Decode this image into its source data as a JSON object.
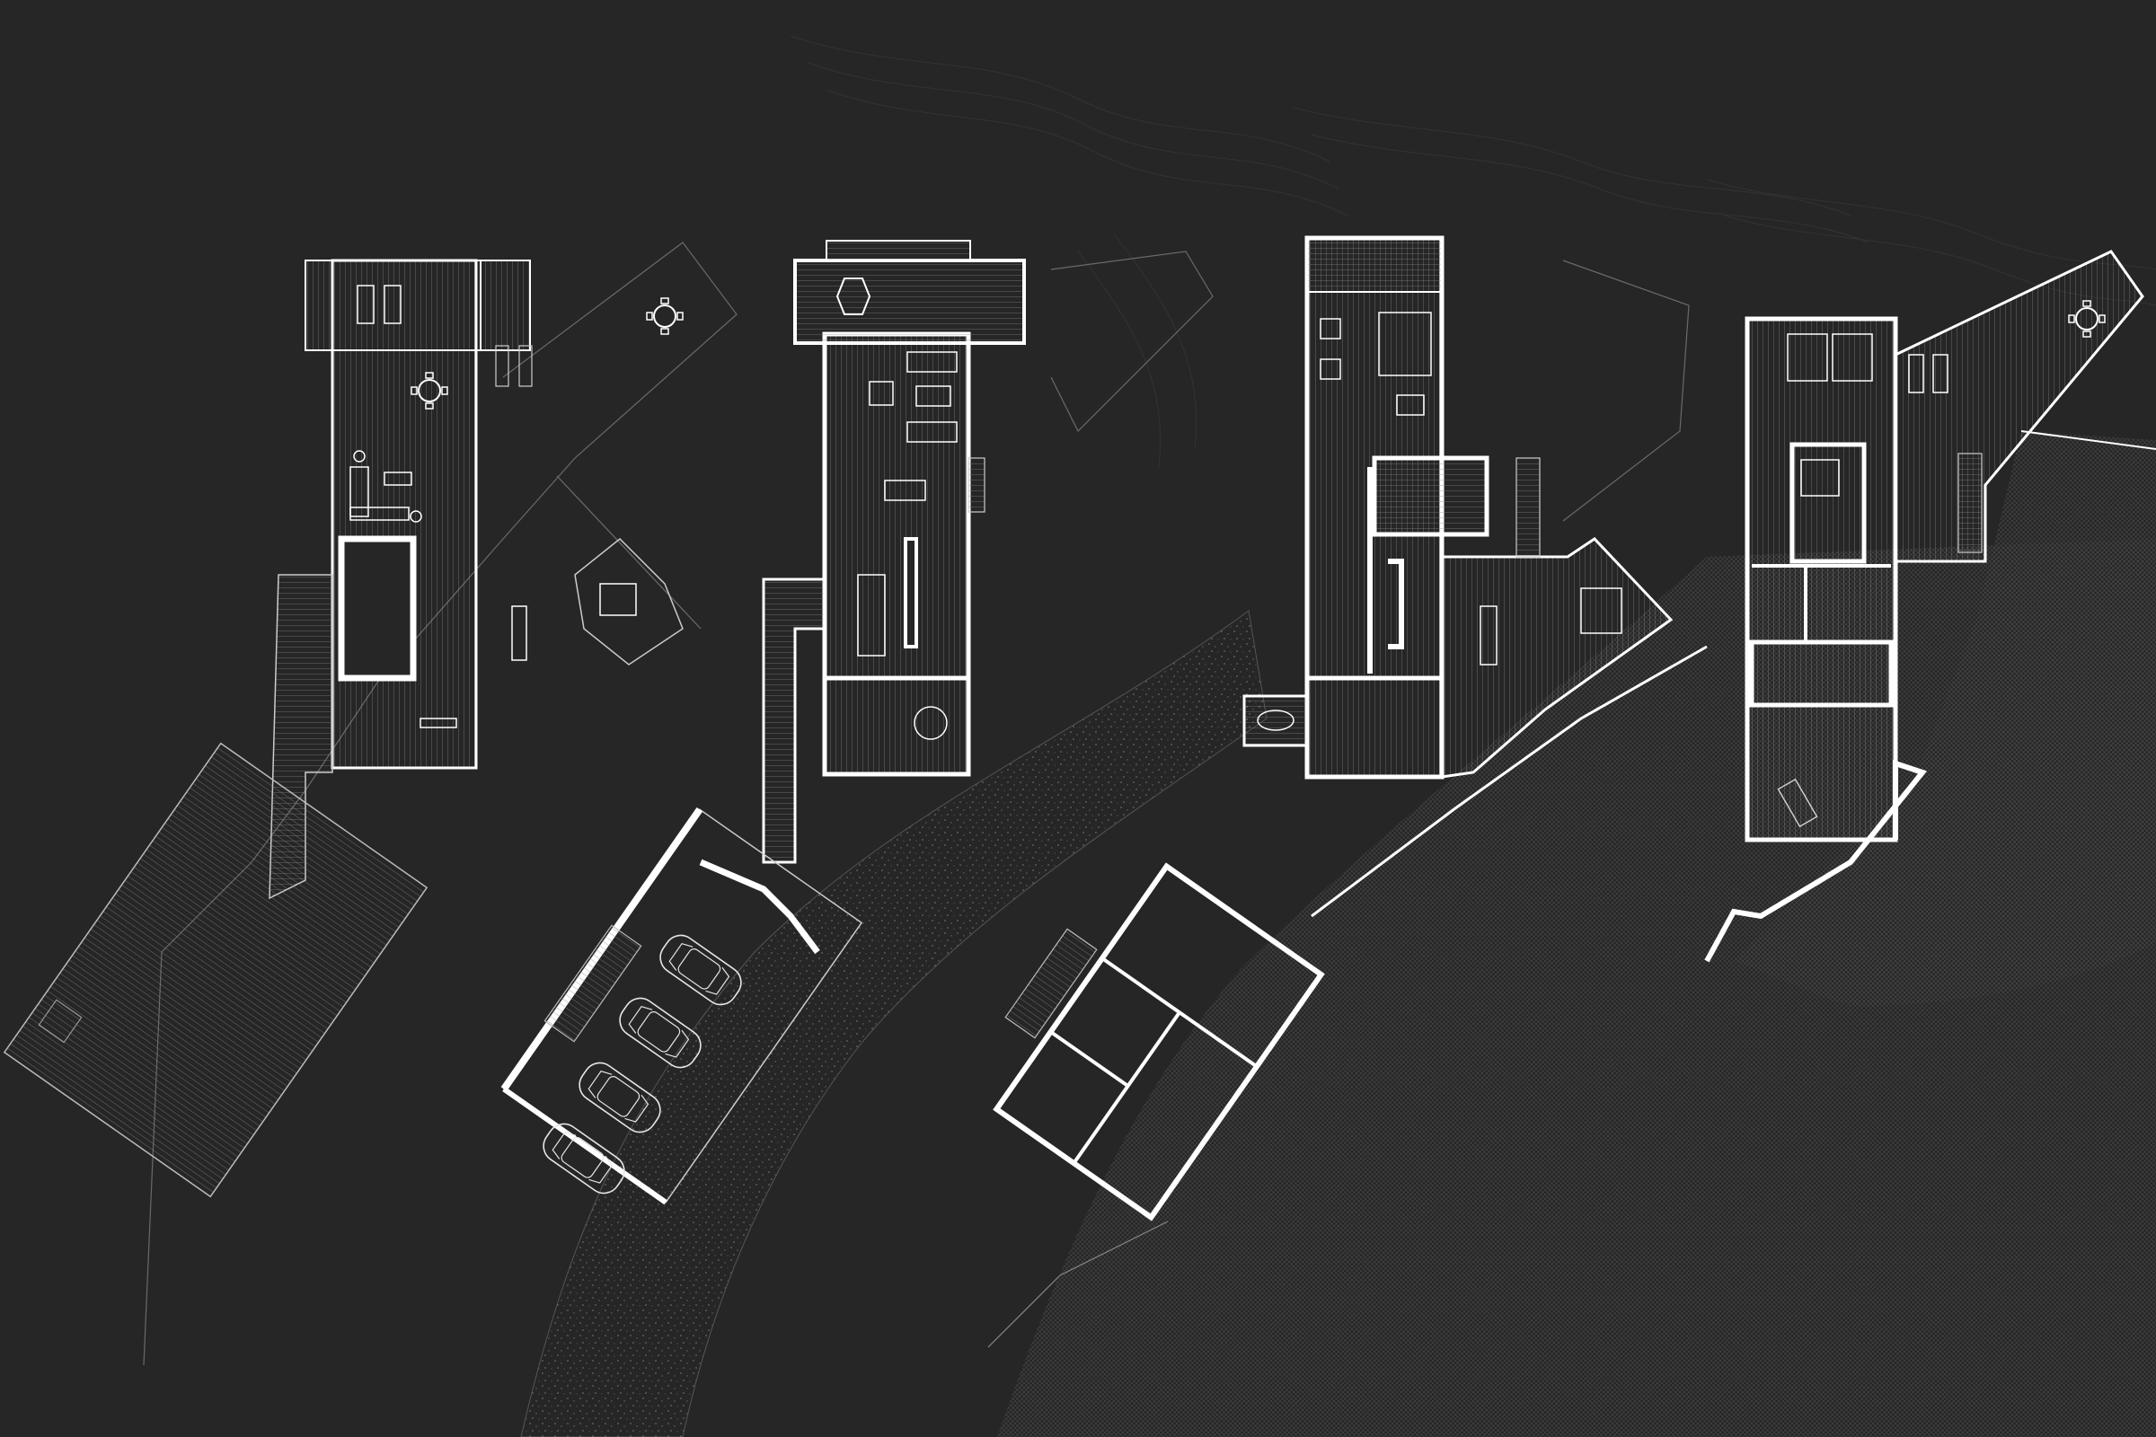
{
  "colors": {
    "background": "#262626",
    "wall": "#ffffff",
    "line": "#d9d9d9",
    "faint": "#6a6a6a",
    "contour": "#3a3a3a"
  },
  "plans": [
    {
      "id": "roof-terrace-level",
      "name": ""
    },
    {
      "id": "living-garage-level",
      "name": ""
    },
    {
      "id": "bedroom-level",
      "name": ""
    },
    {
      "id": "upper-bedroom-level",
      "name": ""
    }
  ]
}
